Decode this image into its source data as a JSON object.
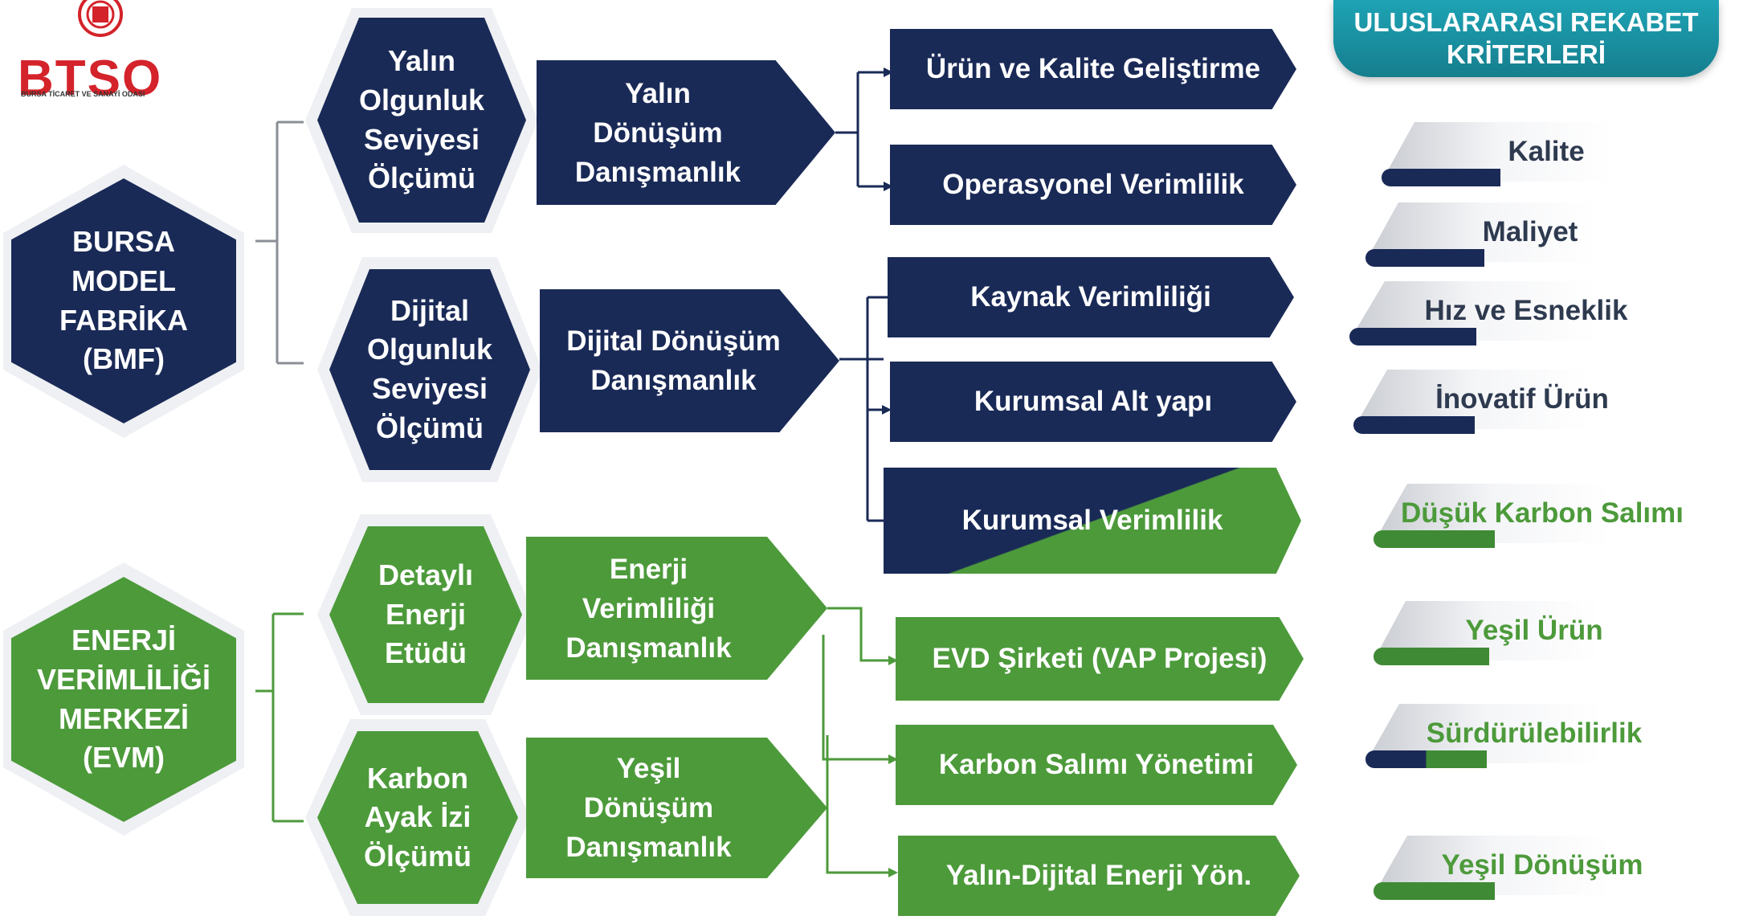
{
  "logo": {
    "text": "BTSO",
    "subtitle": "BURSA TİCARET VE SANAYİ ODASI"
  },
  "header": {
    "line1": "ULUSLARARASI REKABET",
    "line2": "KRİTERLERİ"
  },
  "centers": [
    {
      "id": "bmf",
      "lines": [
        "BURSA",
        "MODEL",
        "FABRİKA",
        "(BMF)"
      ],
      "color": "#1a2a57"
    },
    {
      "id": "evm",
      "lines": [
        "ENERJİ",
        "VERİMLİLİĞİ",
        "MERKEZİ",
        "(EVM)"
      ],
      "color": "#4d9a3b"
    }
  ],
  "measurements": [
    {
      "lines": [
        "Yalın",
        "Olgunluk",
        "Seviyesi",
        "Ölçümü"
      ]
    },
    {
      "lines": [
        "Dijital",
        "Olgunluk",
        "Seviyesi",
        "Ölçümü"
      ]
    },
    {
      "lines": [
        "Detaylı",
        "Enerji",
        "Etüdü"
      ]
    },
    {
      "lines": [
        "Karbon",
        "Ayak İzi",
        "Ölçümü"
      ]
    }
  ],
  "consulting": [
    {
      "lines": [
        "Yalın",
        "Dönüşüm",
        "Danışmanlık"
      ]
    },
    {
      "lines": [
        "Dijital Dönüşüm",
        "Danışmanlık"
      ]
    },
    {
      "lines": [
        "Enerji",
        "Verimliliği",
        "Danışmanlık"
      ]
    },
    {
      "lines": [
        "Yeşil",
        "Dönüşüm",
        "Danışmanlık"
      ]
    }
  ],
  "outcomes": [
    "Ürün ve Kalite Geliştirme",
    "Operasyonel Verimlilik",
    "Kaynak Verimliliği",
    "Kurumsal Alt yapı",
    "Kurumsal Verimlilik",
    "EVD Şirketi (VAP Projesi)",
    "Karbon Salımı Yönetimi",
    "Yalın-Dijital Enerji Yön."
  ],
  "criteria": [
    {
      "label": "Kalite",
      "color": "#2e3a4f",
      "accent": "#1a2a57"
    },
    {
      "label": "Maliyet",
      "color": "#2e3a4f",
      "accent": "#1a2a57"
    },
    {
      "label": "Hız ve Esneklik",
      "color": "#2e3a4f",
      "accent": "#1a2a57"
    },
    {
      "label": "İnovatif Ürün",
      "color": "#2e3a4f",
      "accent": "#1a2a57"
    },
    {
      "label": "Düşük Karbon Salımı",
      "color": "#4d9a3b",
      "accent": "#3f8a35"
    },
    {
      "label": "Yeşil Ürün",
      "color": "#4d9a3b",
      "accent": "#3f8a35"
    },
    {
      "label": "Sürdürülebilirlik",
      "color": "#4d9a3b",
      "accent": "#1a2a57"
    },
    {
      "label": "Yeşil Dönüşüm",
      "color": "#4d9a3b",
      "accent": "#3f8a35"
    }
  ],
  "colors": {
    "navy": "#1a2a57",
    "green": "#4d9a3b",
    "teal": "#1ea3b5",
    "logo_red": "#d4232a"
  }
}
